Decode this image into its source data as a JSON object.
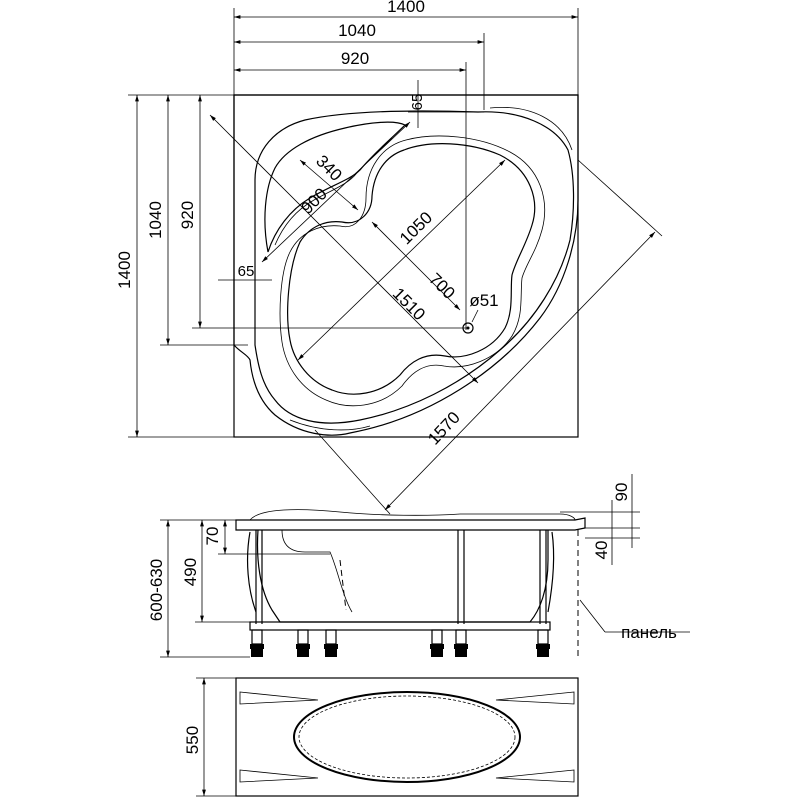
{
  "top_view": {
    "dims": {
      "width_total": "1400",
      "width_1040": "1040",
      "width_920": "920",
      "height_total": "1400",
      "height_1040": "1040",
      "height_920": "920",
      "rim_top": "65",
      "rim_left": "65",
      "inner_340": "340",
      "inner_900": "900",
      "diag_1050": "1050",
      "diag_700": "700",
      "diag_1510": "1510",
      "drain": "ø51",
      "diag_1570": "1570"
    }
  },
  "side_view": {
    "dims": {
      "total_height": "600-630",
      "height_490": "490",
      "rim_70": "70",
      "rim_90": "90",
      "gap_40": "40"
    },
    "panel_label": "панель"
  },
  "panel_view": {
    "dims": {
      "panel_height": "550"
    }
  }
}
